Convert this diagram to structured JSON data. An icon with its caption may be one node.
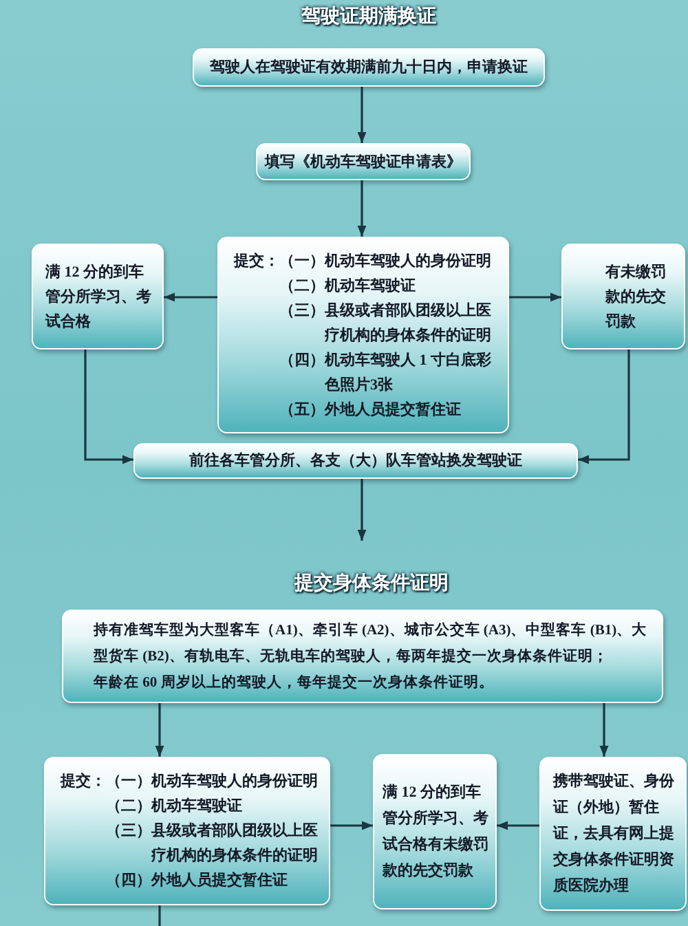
{
  "diagram": {
    "title": "驾驶证期满换证",
    "nodes": [
      {
        "text": [
          "驾驶人在驾驶证有效期满前九十日内，申请换证"
        ]
      },
      {
        "text": [
          "填写《机动车驾驶证申请表》"
        ]
      },
      {
        "text": [
          "满 12 分的到车管分所学习、考试合格"
        ]
      },
      {
        "text": [
          "提交：（一）机动车驾驶人的身份证明",
          "（二）机动车驾驶证",
          "（三）县级或者部队团级以上医疗机构的身体条件的证明",
          "（四）机动车驾驶人 1 寸白底彩色照片3张",
          "（五）外地人员提交暂住证"
        ]
      },
      {
        "text": [
          "有未缴罚款的先交罚款"
        ]
      },
      {
        "text": [
          "前往各车管分所、各支（大）队车管站换发驾驶证"
        ]
      },
      {
        "text": [
          "持有准驾车型为大型客车（A1)、牵引车 (A2)、城市公交车 (A3)、中型客车 (B1)、大型货车 (B2)、有轨电车、无轨电车的驾驶人，每两年提交一次身体条件证明；",
          "年龄在 60 周岁以上的驾驶人，每年提交一次身体条件证明。"
        ]
      },
      {
        "text": [
          "提交：（一）机动车驾驶人的身份证明",
          "（二）机动车驾驶证",
          "（三）县级或者部队团级以上医疗机构的身体条件的证明",
          "（四）外地人员提交暂住证"
        ]
      },
      {
        "text": [
          "满 12 分的到车管分所学习、考试合格有未缴罚款的先交罚款"
        ]
      },
      {
        "text": [
          "携带驾驶证、身份证（外地）暂住证，去具有网上提交身体条件证明资质医院办理"
        ]
      }
    ],
    "edges": [
      {
        "from": 0,
        "to": 1,
        "arrow": "to"
      },
      {
        "from": 1,
        "to": 3,
        "arrow": "to"
      },
      {
        "from": 3,
        "to": 2,
        "arrow": "to"
      },
      {
        "from": 3,
        "to": 4,
        "arrow": "to"
      },
      {
        "from": 2,
        "to": 5,
        "arrow": "to"
      },
      {
        "from": 4,
        "to": 5,
        "arrow": "to"
      },
      {
        "from": 5,
        "to": null,
        "arrow": "to"
      },
      {
        "from": 6,
        "to": 7,
        "arrow": "to"
      },
      {
        "from": 6,
        "to": 9,
        "arrow": "to"
      },
      {
        "from": 7,
        "to": 8,
        "arrow": "to"
      },
      {
        "from": 9,
        "to": 8,
        "arrow": "to"
      },
      {
        "from": 7,
        "to": null,
        "arrow": "none"
      }
    ],
    "labels": [
      "提交身体条件证明"
    ]
  }
}
